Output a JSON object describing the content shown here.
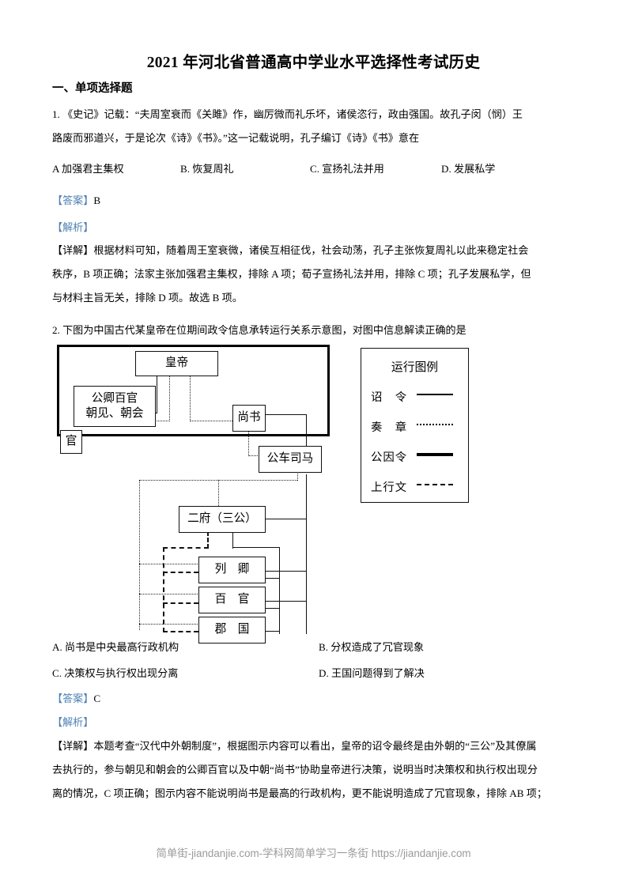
{
  "document": {
    "title": "2021 年河北省普通高中学业水平选择性考试历史",
    "section_heading": "一、单项选择题",
    "footer": "简单街-jiandanjie.com-学科网简单学习一条街 https://jiandanjie.com",
    "marker_color": "#4d80b3"
  },
  "questions": [
    {
      "number": "1.",
      "stem_line1": "1. 《史记》记载：“夫周室衰而《关雎》作，幽厉微而礼乐坏，诸侯恣行，政由强国。故孔子闵（悯）王",
      "stem_line2": "路废而邪道兴，于是论次《诗》《书》。”这一记载说明，孔子编订《诗》《书》意在",
      "options": [
        {
          "key": "A",
          "label": "A  加强君主集权"
        },
        {
          "key": "B",
          "label": "B. 恢复周礼"
        },
        {
          "key": "C",
          "label": "C. 宣扬礼法并用"
        },
        {
          "key": "D",
          "label": "D. 发展私学"
        }
      ],
      "answer_label": "【答案】",
      "answer_value": "B",
      "analysis_label": "【解析】",
      "detail_line1": "【详解】根据材料可知，随着周王室衰微，诸侯互相征伐，社会动荡，孔子主张恢复周礼以此来稳定社会",
      "detail_line2": "秩序，B 项正确；法家主张加强君主集权，排除 A 项；荀子宣扬礼法并用，排除 C 项；孔子发展私学，但",
      "detail_line3": "与材料主旨无关，排除 D 项。故选 B 项。"
    },
    {
      "number": "2.",
      "stem_line1": "2. 下图为中国古代某皇帝在位期间政令信息承转运行关系示意图，对图中信息解读正确的是",
      "options": [
        {
          "key": "A",
          "label": "A. 尚书是中央最高行政机构"
        },
        {
          "key": "B",
          "label": "B. 分权造成了冗官现象"
        },
        {
          "key": "C",
          "label": "C. 决策权与执行权出现分离"
        },
        {
          "key": "D",
          "label": "D. 王国问题得到了解决"
        }
      ],
      "answer_label": "【答案】",
      "answer_value": "C",
      "analysis_label": "【解析】",
      "detail_line1": "【详解】本题考查“汉代中外朝制度”，根据图示内容可以看出，皇帝的诏令最终是由外朝的“三公”及其僚属",
      "detail_line2": "去执行的，参与朝见和朝会的公卿百官以及中朝“尚书”协助皇帝进行决策，说明当时决策权和执行权出现分",
      "detail_line3": "离的情况，C 项正确；图示内容不能说明尚书是最高的行政机构，更不能说明造成了冗官现象，排除 AB 项；"
    }
  ],
  "diagram": {
    "nodes": {
      "emperor": "皇帝",
      "gongqing": "公卿百官\n朝见、朝会",
      "guan": "官",
      "shangshu": "尚书",
      "gongchesima": "公车司马",
      "erfu": "二府（三公）",
      "lieqing": "列　卿",
      "baiguan": "百　官",
      "junguo": "郡　国"
    },
    "legend": {
      "title": "运行图例",
      "rows": [
        {
          "label": "诏　令",
          "style": "solid-thin"
        },
        {
          "label": "奏　章",
          "style": "dotted"
        },
        {
          "label": "公因令",
          "style": "solid-thick"
        },
        {
          "label": "上行文",
          "style": "dashed"
        }
      ]
    }
  }
}
